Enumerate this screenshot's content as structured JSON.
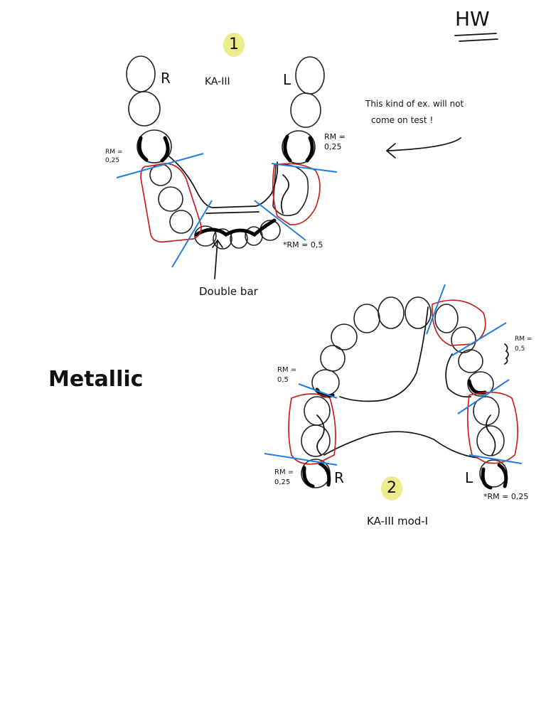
{
  "header": {
    "mark": "HW"
  },
  "notes": {
    "metallic": "Metallic",
    "warning_line1": "This kind of ex. will not",
    "warning_line2": "come on test !"
  },
  "case1": {
    "number": "1",
    "classification": "KA-III",
    "side_right": "R",
    "side_left": "L",
    "rm_right": "RM = 0,25",
    "rm_left": "RM = 0,25",
    "rm_front": "*RM = 0,5",
    "bar_label": "Double bar"
  },
  "case2": {
    "number": "2",
    "classification": "KA-III mod-I",
    "side_right": "R",
    "side_left": "L",
    "rm_upper_right": "RM = 0,5",
    "rm_lower_right": "RM = 0,25",
    "rm_upper_left": "RM = 0,5",
    "rm_lower_left": "*RM = 0,25"
  },
  "colors": {
    "badge": "#ecec8a",
    "clasp_line": "#1f7fe0",
    "saddle_outline": "#c8201c"
  }
}
